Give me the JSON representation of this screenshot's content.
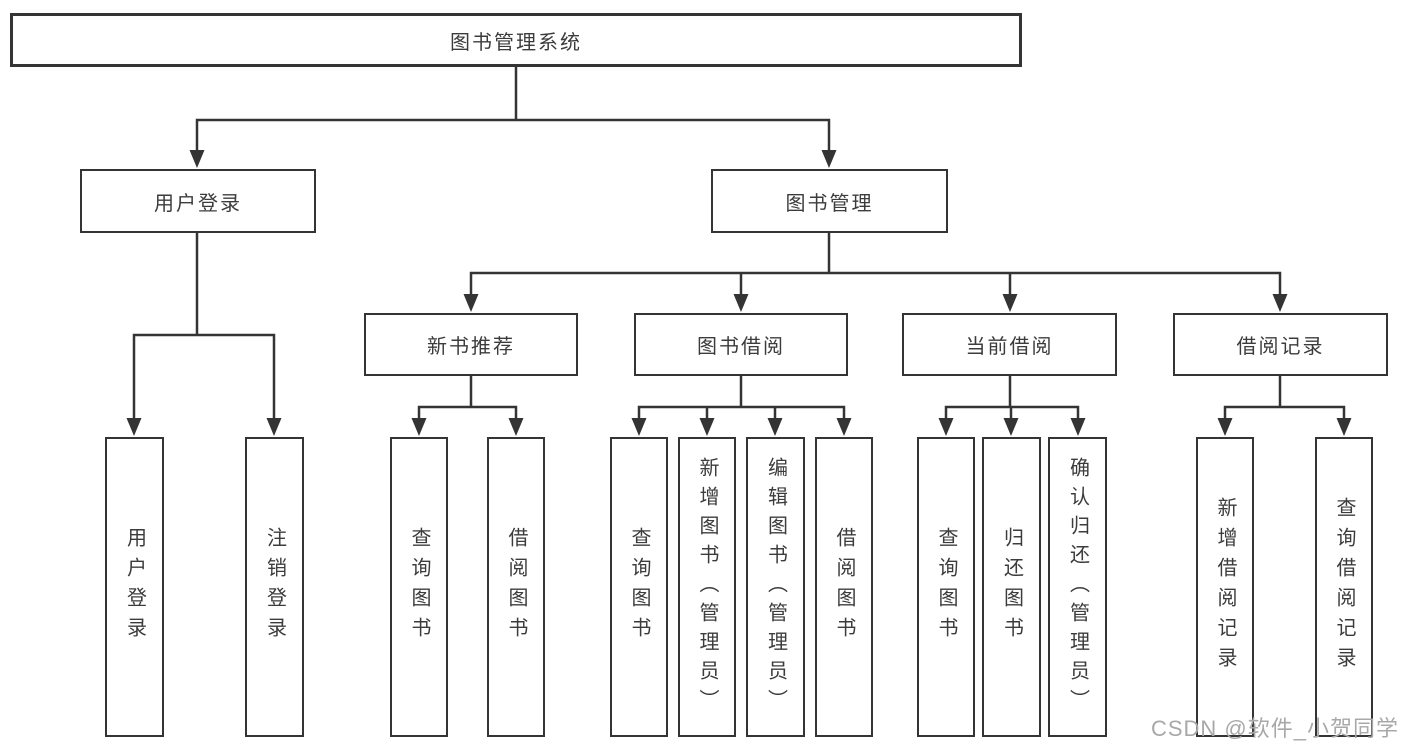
{
  "nodes": {
    "root": "图书管理系统",
    "user_login": "用户登录",
    "book_mgmt": "图书管理",
    "new_book_rec": "新书推荐",
    "book_borrow": "图书借阅",
    "current_borrow": "当前借阅",
    "borrow_records": "借阅记录",
    "leaf_user_login": "用户登录",
    "leaf_logout": "注销登录",
    "leaf_query_book_a": "查询图书",
    "leaf_borrow_book_a": "借阅图书",
    "leaf_query_book_b": "查询图书",
    "leaf_add_book": "新增图书（管理员）",
    "leaf_edit_book": "编辑图书（管理员）",
    "leaf_borrow_book_b": "借阅图书",
    "leaf_query_book_c": "查询图书",
    "leaf_return_book": "归还图书",
    "leaf_confirm_return": "确认归还（管理员）",
    "leaf_add_record": "新增借阅记录",
    "leaf_query_record": "查询借阅记录"
  },
  "hierarchy": {
    "图书管理系统": {
      "用户登录": [
        "用户登录",
        "注销登录"
      ],
      "图书管理": {
        "新书推荐": [
          "查询图书",
          "借阅图书"
        ],
        "图书借阅": [
          "查询图书",
          "新增图书（管理员）",
          "编辑图书（管理员）",
          "借阅图书"
        ],
        "当前借阅": [
          "查询图书",
          "归还图书",
          "确认归还（管理员）"
        ],
        "借阅记录": [
          "新增借阅记录",
          "查询借阅记录"
        ]
      }
    }
  },
  "watermark": "CSDN @软件_小贺同学",
  "colors": {
    "line": "#343434",
    "text": "#3c3c3c",
    "watermark": "#a8a8a8",
    "background": "#ffffff"
  }
}
